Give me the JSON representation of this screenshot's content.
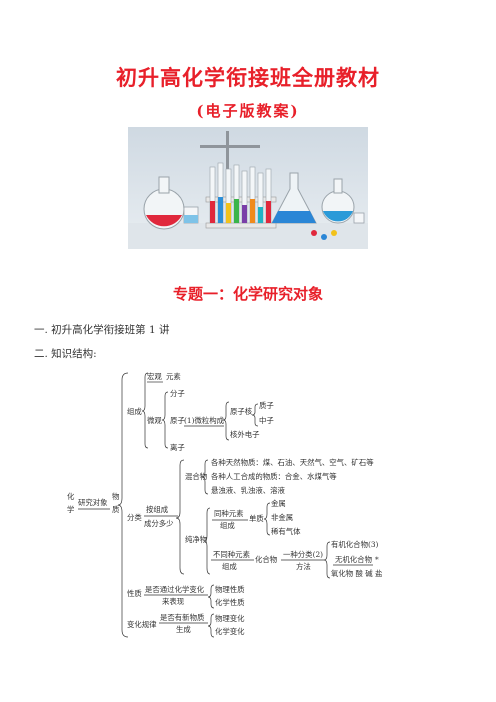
{
  "header": {
    "title": "初升高化学衔接班全册教材",
    "subtitle": "(电子版教案)"
  },
  "section": {
    "title": "专题一：化学研究对象",
    "line1": "一. 初升高化学衔接班第 1 讲",
    "line2": "二. 知识结构:"
  },
  "tree": {
    "root_left": "化",
    "root_left2": "学",
    "root_mid": "研究对象",
    "root_right": "物",
    "root_right2": "质",
    "composition": "组成",
    "macro": "宏观",
    "element": "元素",
    "micro": "微观",
    "molecule": "分子",
    "atom": "原子",
    "micro_form": "(1)微粒构成",
    "nucleus": "原子核",
    "proton": "质子",
    "neutron": "中子",
    "electron": "核外电子",
    "ion": "离子",
    "classify": "分类",
    "by_comp": "按组成",
    "comp_count": "成分多少",
    "mixture": "混合物",
    "mix1": "各种天然物质：煤、石油、天然气、空气、矿石等",
    "mix2": "各种人工合成的物质：合金、水煤气等",
    "mix3": "悬浊液、乳浊液、溶液",
    "pure": "纯净物",
    "same_elem": "同种元素",
    "comp1": "组成",
    "simple": "单质",
    "metal": "金属",
    "nonmetal": "非金属",
    "noble": "稀有气体",
    "diff_elem": "不同种元素",
    "comp2": "组成",
    "compound": "化合物",
    "one_class": "一种分类(2)",
    "method": "方法",
    "organic": "有机化合物(3)",
    "inorganic": "无机化合物",
    "star": "*",
    "oxide": "氧化物  酸  碱  盐",
    "property": "性质",
    "prop_q": "是否通过化学变化",
    "prop_show": "来表现",
    "phys_prop": "物理性质",
    "chem_prop": "化学性质",
    "change": "变化规律",
    "change_q": "是否有新物质",
    "change_gen": "生成",
    "phys_change": "物理变化",
    "chem_change": "化学变化"
  }
}
